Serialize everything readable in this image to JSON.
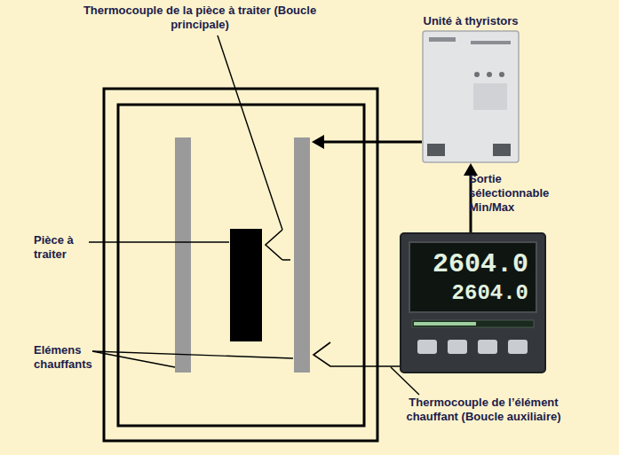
{
  "diagram": {
    "nodes": [
      {
        "text": [
          "Unité à thyristors"
        ]
      },
      {
        "text": [
          "2604.0",
          "2604.0"
        ]
      }
    ],
    "edges": [
      {
        "from": 1,
        "to": 0,
        "arrow": "to",
        "label": "Sortie sélectionnable Min/Max"
      }
    ],
    "labels": [
      "Thermocouple de la pièce à traiter (Boucle principale)",
      "Pièce à traiter",
      "Elémens chauffants",
      "Thermocouple de l’élément chauffant (Boucle auxiliaire)"
    ]
  }
}
